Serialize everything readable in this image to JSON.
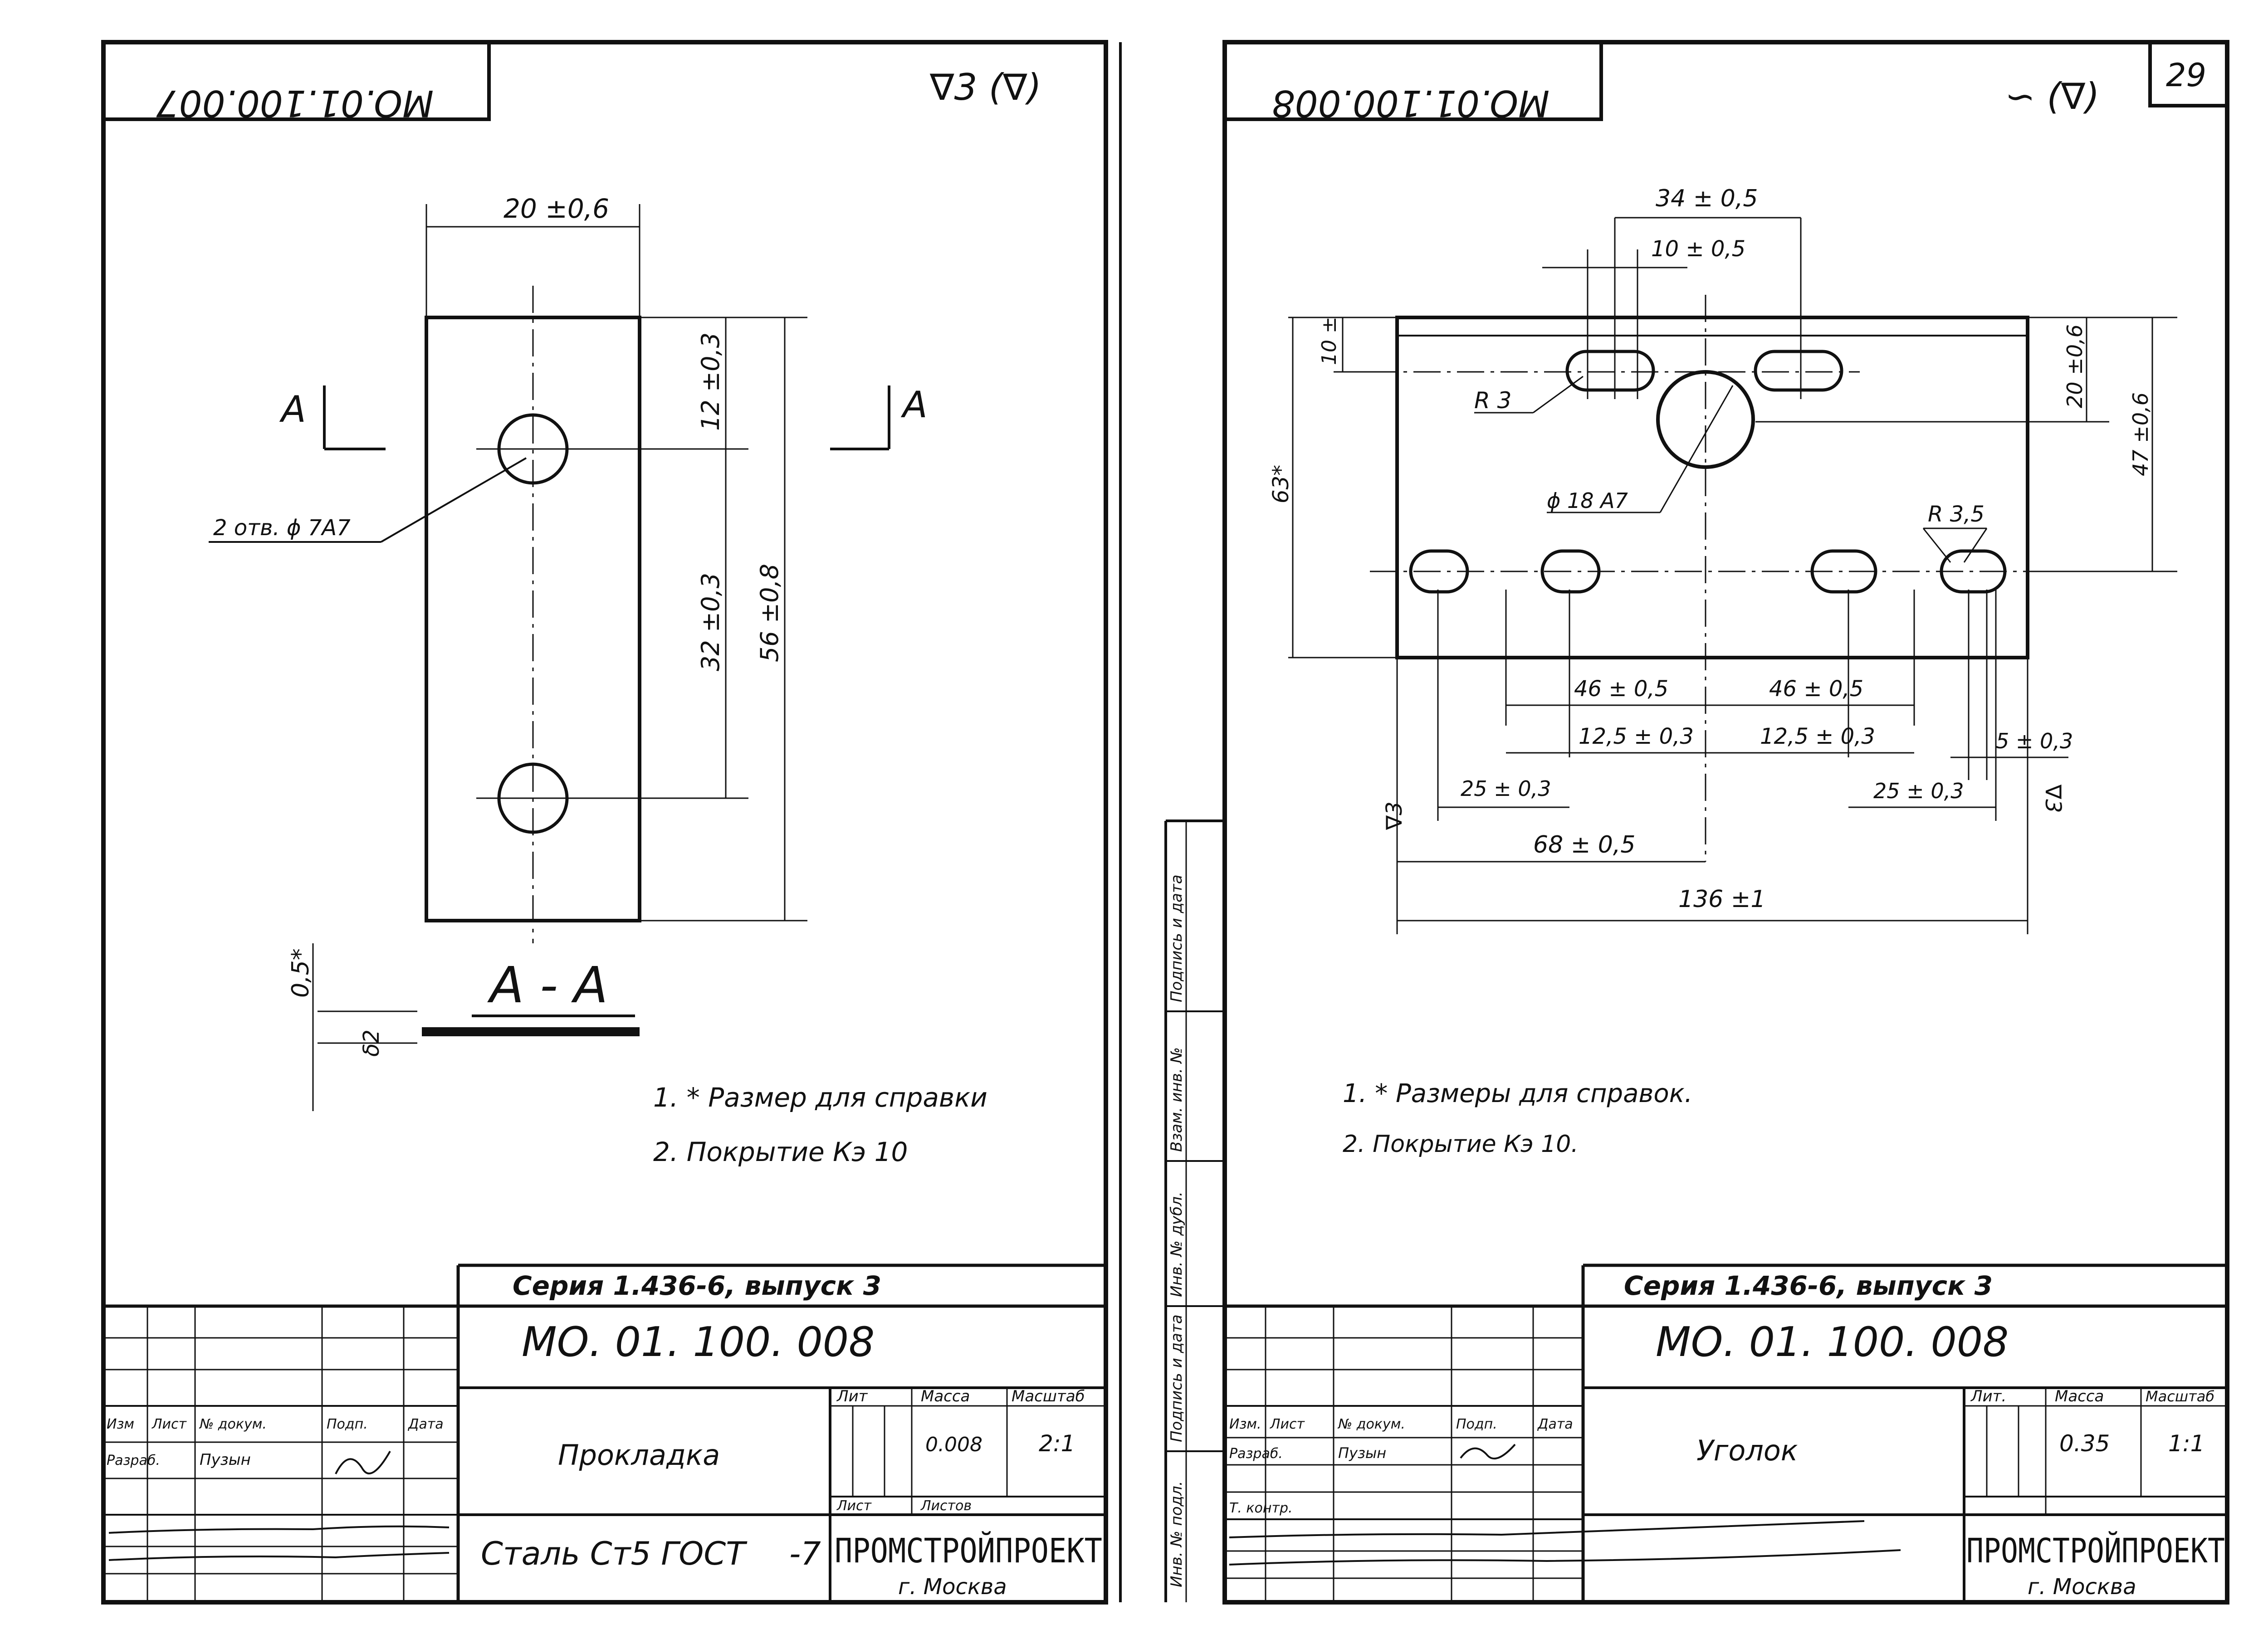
{
  "page_number": "29",
  "left": {
    "code_rotated": "MO.01.100.007",
    "roughness": "∇3 (∇)",
    "dims": {
      "width": "20 ±0,6",
      "top_offset": "12 ±0,3",
      "hole_spacing": "32 ±0,3",
      "length": "56 ±0,8",
      "thickness": "0,5*",
      "thickness_small": "δ2"
    },
    "section_mark": "A",
    "holes_label": "2 отв. ϕ 7А7",
    "section_title": "А - А",
    "notes": [
      "1. * Размер для справки",
      "2. Покрытие  Кэ 10"
    ],
    "title_block": {
      "series": "Серия   1.436-6, выпуск 3",
      "code": "МО. 01. 100. 008",
      "name": "Прокладка",
      "material": "Сталь Ст5 ГОСТ",
      "material_suffix": "-7",
      "col_lit": "Лит",
      "col_mass": "Масса",
      "col_scale": "Масштаб",
      "mass": "0.008",
      "scale": "2:1",
      "sheet": "Лист",
      "sheets": "Листов",
      "org": "ПРОМСТРОЙПРОЕКТ",
      "city": "г. Москва",
      "rows": [
        {
          "c1": "Изм",
          "c2": "Лист",
          "c3": "№ докум.",
          "c4": "Подп.",
          "c5": "Дата"
        },
        {
          "c1": "Разраб.",
          "c2": "Пузын",
          "c3": "",
          "c4": "",
          "c5": ""
        }
      ]
    }
  },
  "right": {
    "code_rotated": "MO.01.100.008",
    "roughness": "∽ (∇)",
    "dims": {
      "d34": "34 ± 0,5",
      "d10": "10 ± 0,5",
      "d10v": "10 ±",
      "d20": "20 ±0,6",
      "d47": "47 ±0,6",
      "d63": "63*",
      "r3": "R 3",
      "r35": "R 3,5",
      "phi": "ϕ 18 А7",
      "d46a": "46 ± 0,5",
      "d46b": "46 ± 0,5",
      "d125a": "12,5 ± 0,3",
      "d125b": "12,5 ± 0,3",
      "d5": "5 ± 0,3",
      "d25a": "25 ± 0,3",
      "d25b": "25 ± 0,3",
      "d68": "68 ± 0,5",
      "d136": "136 ±1",
      "rough_left": "∇3",
      "rough_right": "∇3"
    },
    "notes": [
      "1. * Размеры  для  справок.",
      "2.  Покрытие  Кэ 10."
    ],
    "title_block": {
      "series": "Серия   1.436-6, выпуск 3",
      "code": "МО. 01. 100. 008",
      "name": "Уголок",
      "col_lit": "Лит.",
      "col_mass": "Масса",
      "col_scale": "Масштаб",
      "mass": "0.35",
      "scale": "1:1",
      "org": "ПРОМСТРОЙПРОЕКТ",
      "city": "г. Москва",
      "rows": [
        {
          "c1": "Изм.",
          "c2": "Лист",
          "c3": "№ докум.",
          "c4": "Подп.",
          "c5": "Дата"
        },
        {
          "c1": "Разраб.",
          "c2": "Пузын",
          "c3": "",
          "c4": "",
          "c5": ""
        },
        {
          "c1": "Т. контр.",
          "c2": "",
          "c3": "",
          "c4": "",
          "c5": ""
        }
      ]
    }
  },
  "side_stamp": [
    "Подпись и дата",
    "Взам. инв. №",
    "Инв. № дубл.",
    "Подпись и дата",
    "Инв. № подл."
  ]
}
